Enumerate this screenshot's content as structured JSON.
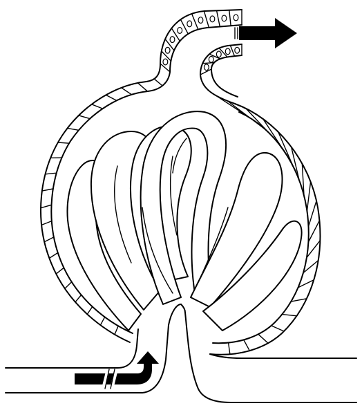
{
  "figure": {
    "subject": "glomerulus",
    "parts": [
      "bowman-capsule",
      "capillary-tuft",
      "afferent-arteriole",
      "efferent-arteriole",
      "proximal-tubule"
    ],
    "arrows": [
      {
        "name": "inflow-arrow",
        "direction": "into-capillaries"
      },
      {
        "name": "outflow-arrow",
        "direction": "out-through-tubule"
      }
    ],
    "colors": {
      "ink": "#000000",
      "background": "#ffffff"
    }
  }
}
